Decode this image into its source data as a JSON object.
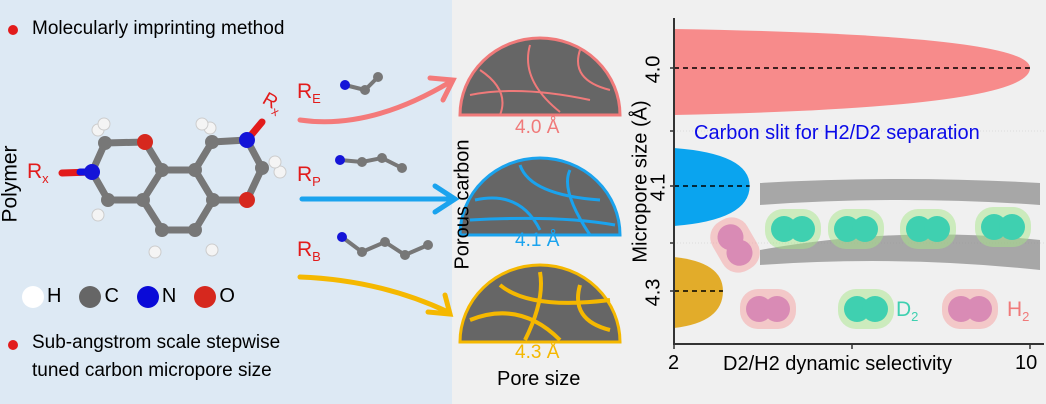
{
  "left": {
    "bullet1": "Molecularly imprinting method",
    "bullet2_line1": "Sub-angstrom scale stepwise",
    "bullet2_line2": "tuned carbon micropore size",
    "polymer_label": "Polymer",
    "rx": "R",
    "rx_sub": "x",
    "re": "R",
    "re_sub": "E",
    "rp": "R",
    "rp_sub": "P",
    "rb": "R",
    "rb_sub": "B",
    "legend": [
      {
        "label": "H",
        "color": "#ffffff"
      },
      {
        "label": "C",
        "color": "#666666"
      },
      {
        "label": "N",
        "color": "#0a0ad8"
      },
      {
        "label": "O",
        "color": "#d6281e"
      }
    ]
  },
  "middle": {
    "porous_carbon": "Porous carbon",
    "pores": [
      {
        "label": "4.0 Å",
        "color": "#f07a7a"
      },
      {
        "label": "4.1 Å",
        "color": "#1aa3ee"
      },
      {
        "label": "4.3 Å",
        "color": "#f5b800"
      }
    ],
    "pore_size_label": "Pore size"
  },
  "chart_data": {
    "type": "area",
    "title": "Carbon slit for H2/D2 separation",
    "xlabel": "D2/H2 dynamic selectivity",
    "ylabel": "Micropore size (Å)",
    "xlim": [
      2,
      10
    ],
    "x_ticks": [
      "2",
      "10"
    ],
    "y_ticks": [
      "4.0",
      "4.1",
      "4.3"
    ],
    "series": [
      {
        "name": "4.0",
        "peak_selectivity": 10.0,
        "color": "#f78b8b"
      },
      {
        "name": "4.1",
        "peak_selectivity": 3.7,
        "color": "#0aa4ef"
      },
      {
        "name": "4.3",
        "peak_selectivity": 3.1,
        "color": "#e2ac2a"
      }
    ],
    "legend": [
      {
        "label": "D",
        "sub": "2",
        "color": "#3fd0b0"
      },
      {
        "label": "H",
        "sub": "2",
        "color": "#f07a7a"
      }
    ]
  }
}
